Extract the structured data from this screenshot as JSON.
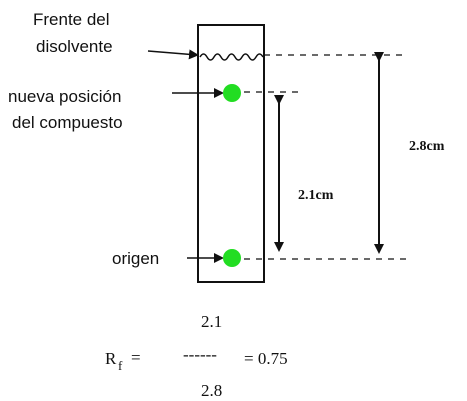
{
  "labels": {
    "solvent_front_line1": "Frente del",
    "solvent_front_line2": "disolvente",
    "compound_line1": "nueva posición",
    "compound_line2": "del compuesto",
    "origin": "origen"
  },
  "measurements": {
    "compound_distance": "2.1cm",
    "solvent_distance": "2.8cm"
  },
  "formula": {
    "symbol": "R",
    "subscript": "f",
    "equals": "=",
    "numerator": "2.1",
    "fraction_bar": "------",
    "denominator": "2.8",
    "result": "= 0.75"
  },
  "colors": {
    "spot": "#22dd22",
    "line": "#111111"
  }
}
